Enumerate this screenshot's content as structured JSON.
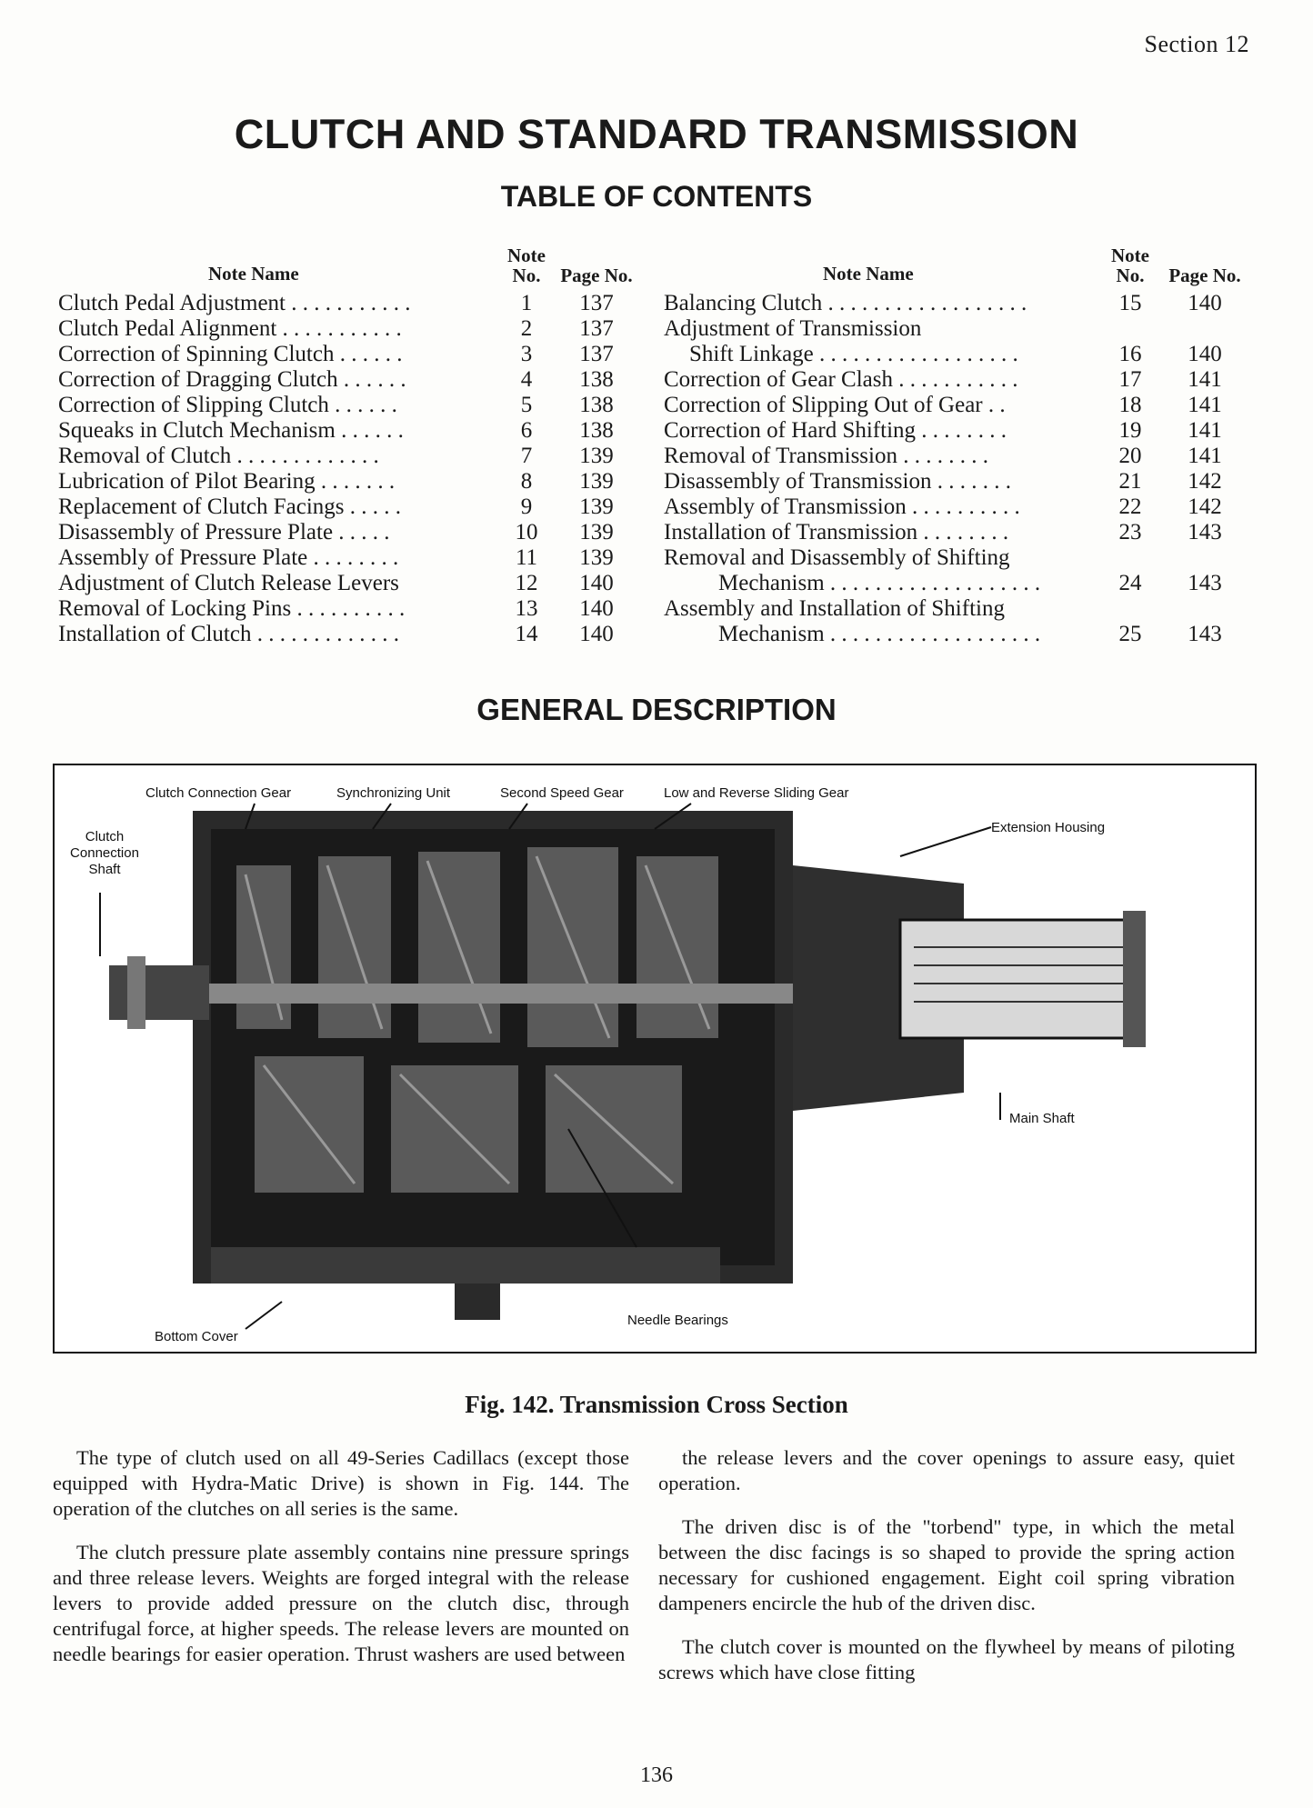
{
  "header": {
    "section": "Section 12",
    "title": "CLUTCH AND STANDARD TRANSMISSION",
    "toc_title": "TABLE OF CONTENTS"
  },
  "toc": {
    "headers": {
      "name": "Note Name",
      "note": "Note No.",
      "page": "Page No."
    },
    "left": [
      {
        "name": "Clutch Pedal Adjustment . . . . . . . . . . .",
        "note": "1",
        "page": "137"
      },
      {
        "name": "Clutch Pedal Alignment . . . . . . . . . . .",
        "note": "2",
        "page": "137"
      },
      {
        "name": "Correction of Spinning Clutch . . . . . .",
        "note": "3",
        "page": "137"
      },
      {
        "name": "Correction of Dragging Clutch . . . . . .",
        "note": "4",
        "page": "138"
      },
      {
        "name": "Correction of Slipping Clutch . . . . . .",
        "note": "5",
        "page": "138"
      },
      {
        "name": "Squeaks in Clutch Mechanism . . . . . .",
        "note": "6",
        "page": "138"
      },
      {
        "name": "Removal of Clutch . . . . . . . . . . . . .",
        "note": "7",
        "page": "139"
      },
      {
        "name": "Lubrication of Pilot Bearing . . . . . . .",
        "note": "8",
        "page": "139"
      },
      {
        "name": "Replacement of Clutch Facings . . . . .",
        "note": "9",
        "page": "139"
      },
      {
        "name": "Disassembly of Pressure Plate . . . . .",
        "note": "10",
        "page": "139"
      },
      {
        "name": "Assembly of Pressure Plate . . . . . . . .",
        "note": "11",
        "page": "139"
      },
      {
        "name": "Adjustment of Clutch Release Levers",
        "note": "12",
        "page": "140"
      },
      {
        "name": "Removal of Locking Pins . . . . . . . . . .",
        "note": "13",
        "page": "140"
      },
      {
        "name": "Installation of Clutch . . . . . . . . . . . . .",
        "note": "14",
        "page": "140"
      }
    ],
    "right": [
      {
        "name": "Balancing Clutch . . . . . . . . . . . . . . . . . .",
        "note": "15",
        "page": "140",
        "indent": 0
      },
      {
        "name": "Adjustment of Transmission",
        "note": "",
        "page": "",
        "indent": 0
      },
      {
        "name": "Shift Linkage . . . . . . . . . . . . . . . . . .",
        "note": "16",
        "page": "140",
        "indent": 1
      },
      {
        "name": "Correction of Gear Clash . . . . . . . . . . .",
        "note": "17",
        "page": "141",
        "indent": 0
      },
      {
        "name": "Correction of Slipping Out of Gear . .",
        "note": "18",
        "page": "141",
        "indent": 0
      },
      {
        "name": "Correction of Hard Shifting . . . . . . . .",
        "note": "19",
        "page": "141",
        "indent": 0
      },
      {
        "name": "Removal of Transmission . . . . . . . .",
        "note": "20",
        "page": "141",
        "indent": 0
      },
      {
        "name": "Disassembly of Transmission . . . . . . .",
        "note": "21",
        "page": "142",
        "indent": 0
      },
      {
        "name": "Assembly of Transmission . . . . . . . . . .",
        "note": "22",
        "page": "142",
        "indent": 0
      },
      {
        "name": "Installation of Transmission . . . . . . . .",
        "note": "23",
        "page": "143",
        "indent": 0
      },
      {
        "name": "Removal and Disassembly of Shifting",
        "note": "",
        "page": "",
        "indent": 0
      },
      {
        "name": "Mechanism . . . . . . . . . . . . . . . . . . .",
        "note": "24",
        "page": "143",
        "indent": 2
      },
      {
        "name": "Assembly and Installation of Shifting",
        "note": "",
        "page": "",
        "indent": 0
      },
      {
        "name": "Mechanism . . . . . . . . . . . . . . . . . . .",
        "note": "25",
        "page": "143",
        "indent": 2
      }
    ]
  },
  "general": {
    "title": "GENERAL DESCRIPTION"
  },
  "figure": {
    "labels": {
      "clutch_connection_gear": "Clutch Connection Gear",
      "synchronizing_unit": "Synchronizing Unit",
      "second_speed_gear": "Second Speed Gear",
      "low_reverse_gear": "Low and Reverse Sliding Gear",
      "extension_housing": "Extension Housing",
      "clutch_connection_shaft": "Clutch Connection Shaft",
      "main_shaft": "Main Shaft",
      "needle_bearings": "Needle Bearings",
      "bottom_cover": "Bottom Cover"
    },
    "caption": "Fig. 142.   Transmission Cross Section"
  },
  "body": {
    "left": [
      "The type of clutch used on all 49-Series Cadillacs (except those equipped with Hydra-Matic Drive) is shown in Fig. 144. The operation of the clutches on all series is the same.",
      "The clutch pressure plate assembly contains nine pressure springs and three release levers. Weights are forged integral with the release levers to provide added pressure on the clutch disc, through centrifugal force, at higher speeds. The release levers are mounted on needle bearings for easier operation. Thrust washers are used between"
    ],
    "right": [
      "the release levers and the cover openings to assure easy, quiet operation.",
      "The driven disc is of the \"torbend\" type, in which the metal between the disc facings is so shaped to provide the spring action necessary for cushioned engagement. Eight coil spring vibration dampeners encircle the hub of the driven disc.",
      "The clutch cover is mounted on the flywheel by means of piloting screws which have close fitting"
    ]
  },
  "footer": {
    "page_number": "136"
  }
}
